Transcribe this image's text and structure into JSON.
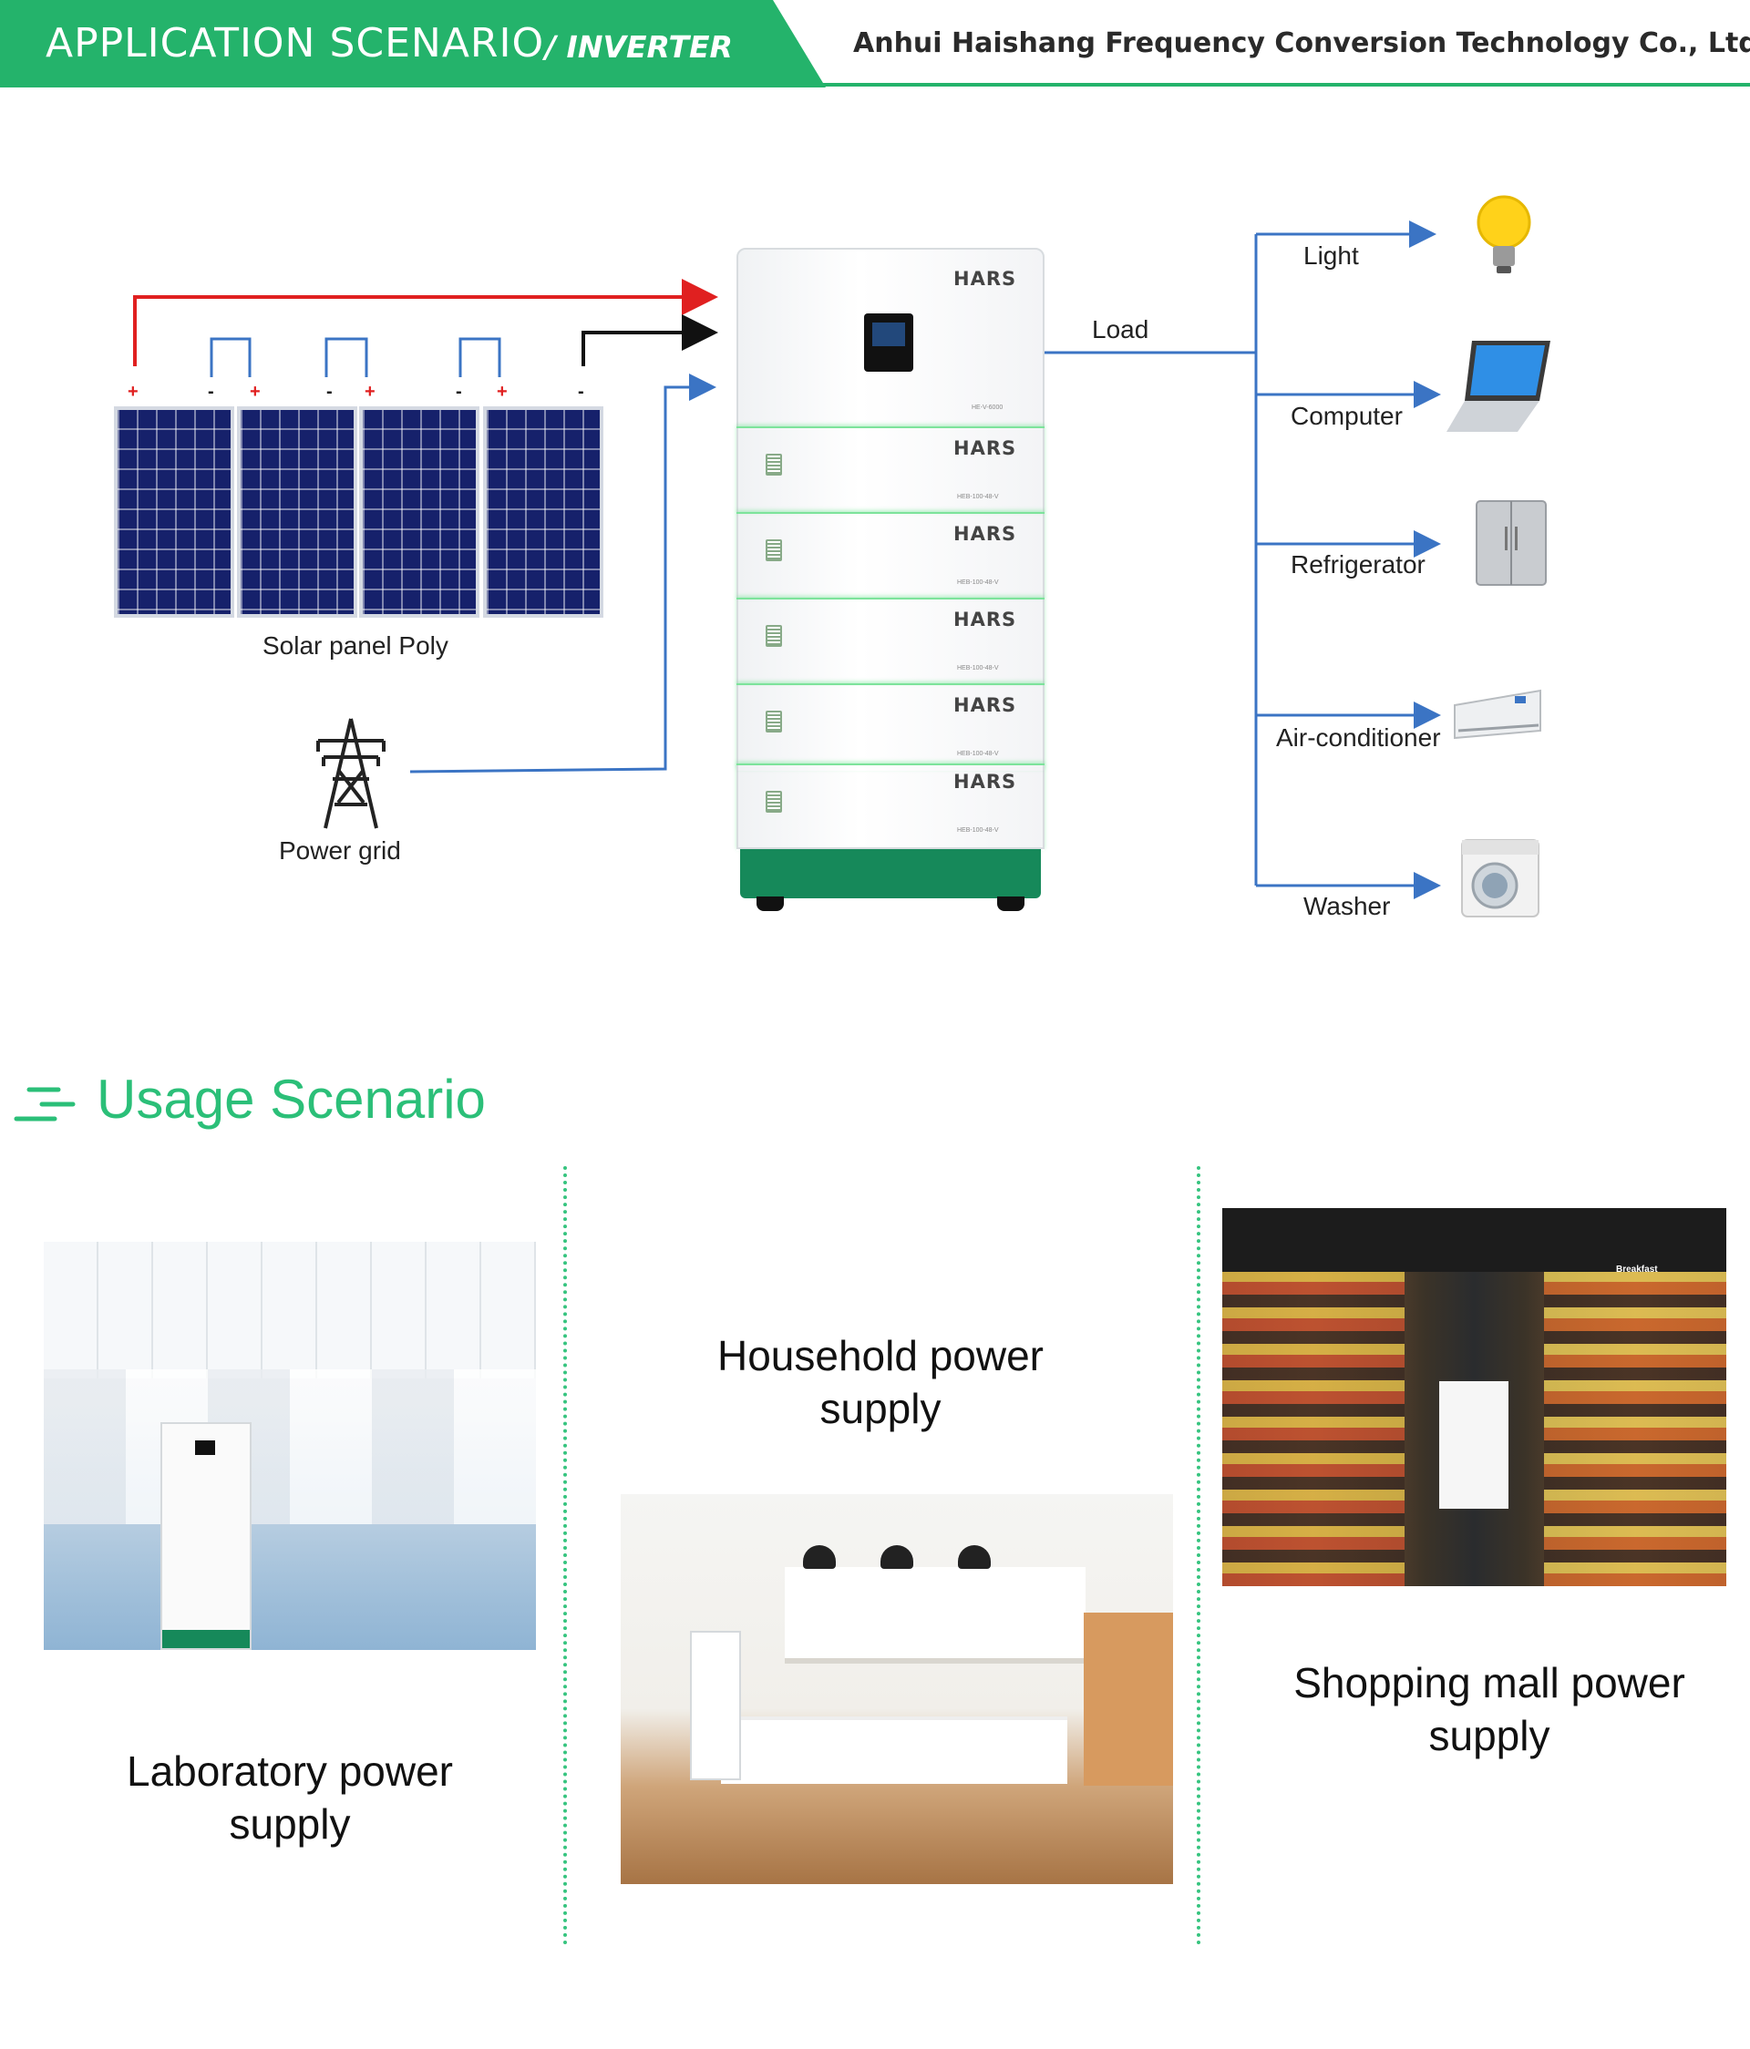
{
  "header": {
    "title": "APPLICATION  SCENARIO",
    "subtitle": "/ INVERTER",
    "company": "Anhui Haishang Frequency Conversion Technology Co., Ltd."
  },
  "diagram": {
    "solar_label": "Solar panel Poly",
    "grid_label": "Power grid",
    "load_label": "Load",
    "polarity": [
      "+",
      "-",
      "+",
      "-",
      "+",
      "-",
      "+",
      "-"
    ],
    "brand": "HARS",
    "inverter_model": "HE-V-6000",
    "battery_model": "HEB-100-48-V",
    "loads": [
      {
        "label": "Light",
        "icon": "light-bulb-icon"
      },
      {
        "label": "Computer",
        "icon": "laptop-icon"
      },
      {
        "label": "Refrigerator",
        "icon": "refrigerator-icon"
      },
      {
        "label": "Air-conditioner",
        "icon": "air-conditioner-icon"
      },
      {
        "label": "Washer",
        "icon": "washer-icon"
      }
    ],
    "colors": {
      "positive_wire": "#e02020",
      "negative_wire": "#111111",
      "load_wire": "#3b74c4",
      "accent": "#24b36b"
    }
  },
  "usage": {
    "title": "Usage Scenario",
    "scenarios": [
      {
        "label_line1": "Laboratory power",
        "label_line2": "supply"
      },
      {
        "label_line1": "Household power",
        "label_line2": "supply"
      },
      {
        "label_line1": "Shopping mall power",
        "label_line2": "supply"
      }
    ],
    "mall_signs": [
      "Breakfast"
    ]
  }
}
